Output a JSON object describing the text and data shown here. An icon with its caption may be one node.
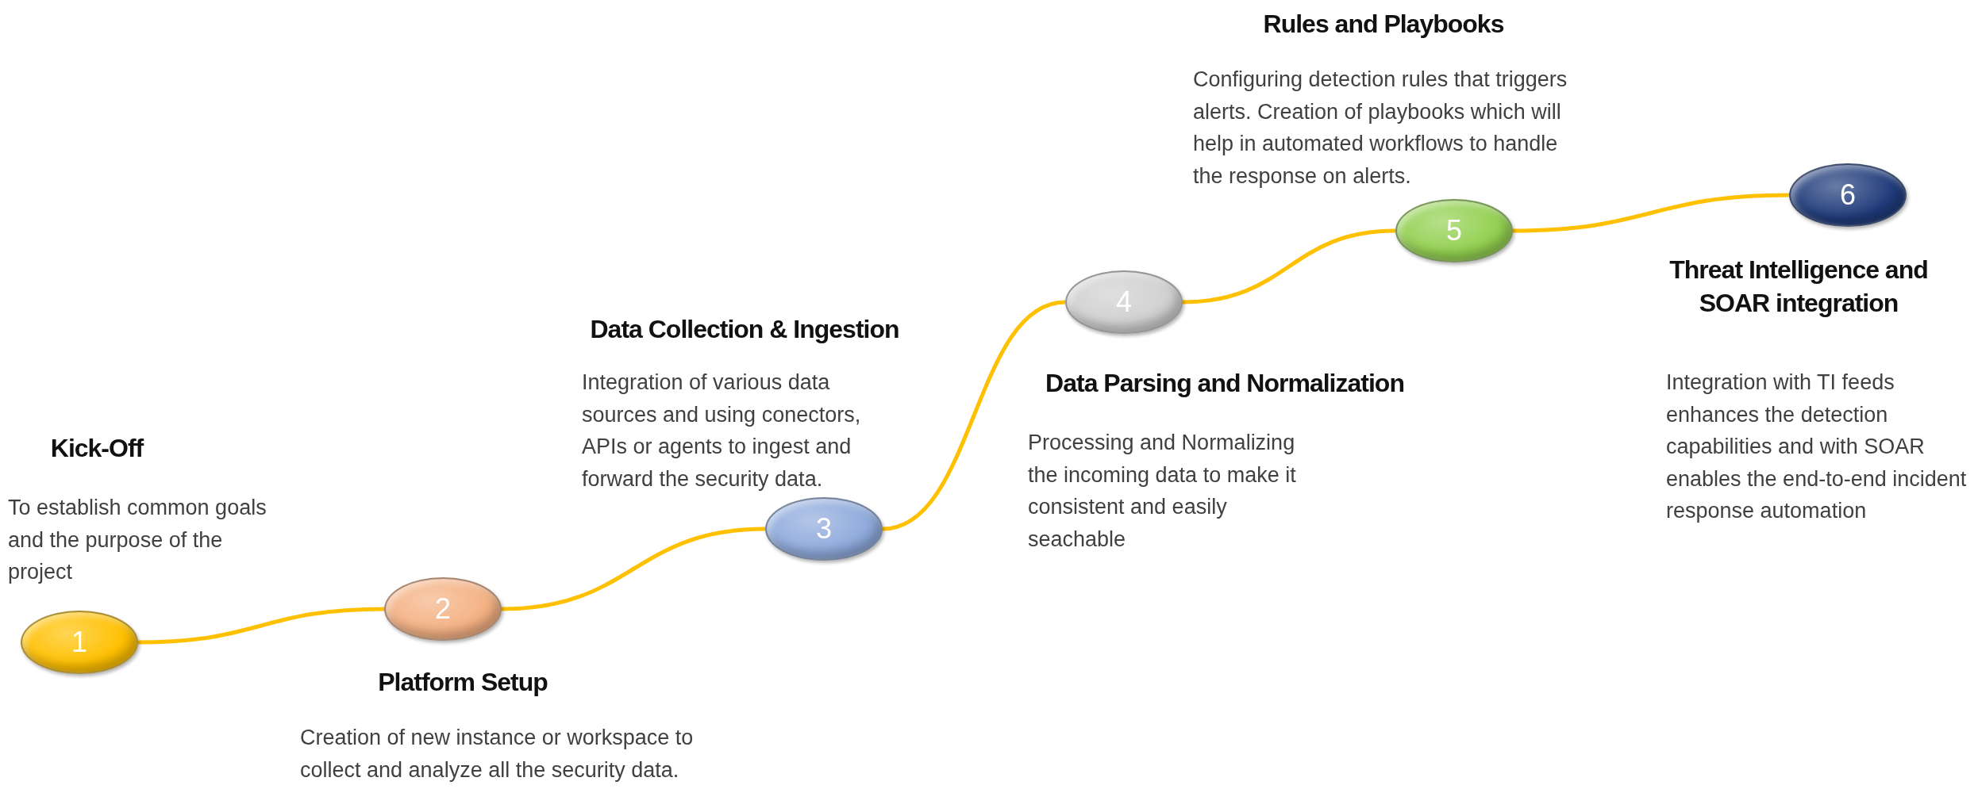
{
  "diagram": {
    "nodes": [
      {
        "text": [
          "1"
        ],
        "beside": [
          "Kick-Off",
          "To establish common goals and the purpose of the project"
        ]
      },
      {
        "text": [
          "2"
        ],
        "beside": [
          "Platform Setup",
          "Creation of new instance or workspace to collect and analyze all the security data."
        ]
      },
      {
        "text": [
          "3"
        ],
        "beside": [
          "Data Collection & Ingestion",
          "Integration of various data sources and using conectors, APIs or agents to ingest and forward the security data."
        ]
      },
      {
        "text": [
          "4"
        ],
        "beside": [
          "Data Parsing and Normalization",
          "Processing and Normalizing the incoming data to make it consistent and easily seachable"
        ]
      },
      {
        "text": [
          "5"
        ],
        "beside": [
          "Rules and Playbooks",
          "Configuring detection rules that triggers alerts. Creation of playbooks which will help in automated workflows to handle the response on alerts."
        ]
      },
      {
        "text": [
          "6"
        ],
        "beside": [
          "Threat Intelligence and SOAR integration",
          "Integration with TI feeds enhances the detection capabilities and with SOAR enables the end-to-end incident response automation"
        ]
      }
    ],
    "edges": [
      {
        "from": 0,
        "to": 1,
        "arrow": "none"
      },
      {
        "from": 1,
        "to": 2,
        "arrow": "none"
      },
      {
        "from": 2,
        "to": 3,
        "arrow": "none"
      },
      {
        "from": 3,
        "to": 4,
        "arrow": "none"
      },
      {
        "from": 4,
        "to": 5,
        "arrow": "none"
      }
    ]
  }
}
